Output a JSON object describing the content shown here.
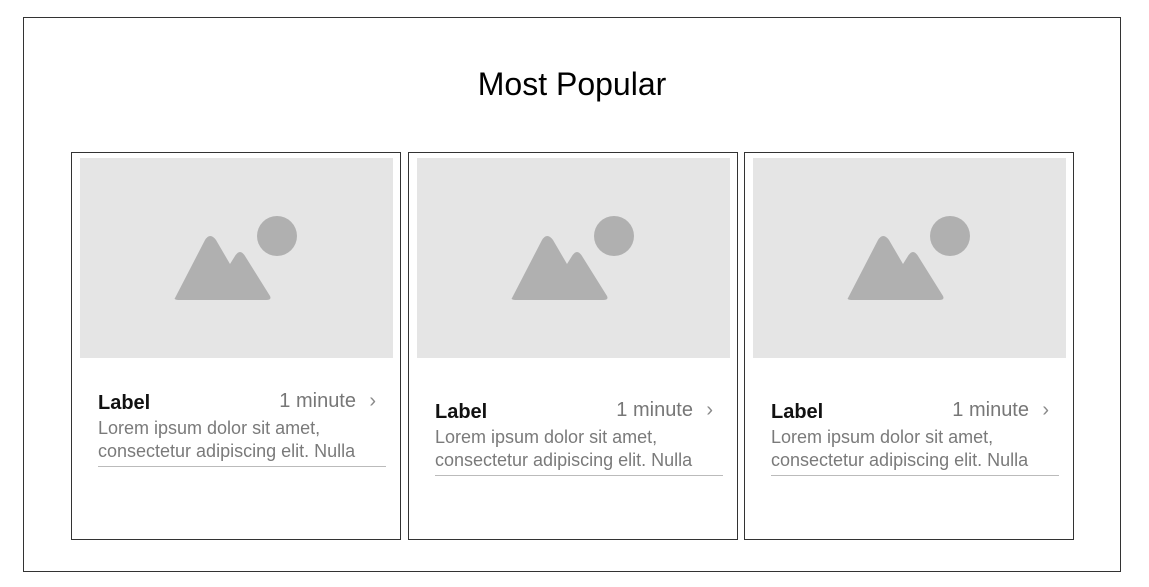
{
  "section": {
    "title": "Most Popular"
  },
  "cards": [
    {
      "label": "Label",
      "duration": "1 minute",
      "description_line1": "Lorem ipsum dolor sit amet,",
      "description_line2": "consectetur adipiscing elit. Nulla",
      "icon": "image-placeholder-icon",
      "action_icon": "chevron-right-icon"
    },
    {
      "label": "Label",
      "duration": "1 minute",
      "description_line1": "Lorem ipsum dolor sit amet,",
      "description_line2": "consectetur adipiscing elit. Nulla",
      "icon": "image-placeholder-icon",
      "action_icon": "chevron-right-icon"
    },
    {
      "label": "Label",
      "duration": "1 minute",
      "description_line1": "Lorem ipsum dolor sit amet,",
      "description_line2": "consectetur adipiscing elit. Nulla",
      "icon": "image-placeholder-icon",
      "action_icon": "chevron-right-icon"
    }
  ],
  "colors": {
    "placeholder_bg": "#e5e5e5",
    "placeholder_icon": "#b0b0b0",
    "border": "#333333",
    "muted_text": "#777777"
  }
}
